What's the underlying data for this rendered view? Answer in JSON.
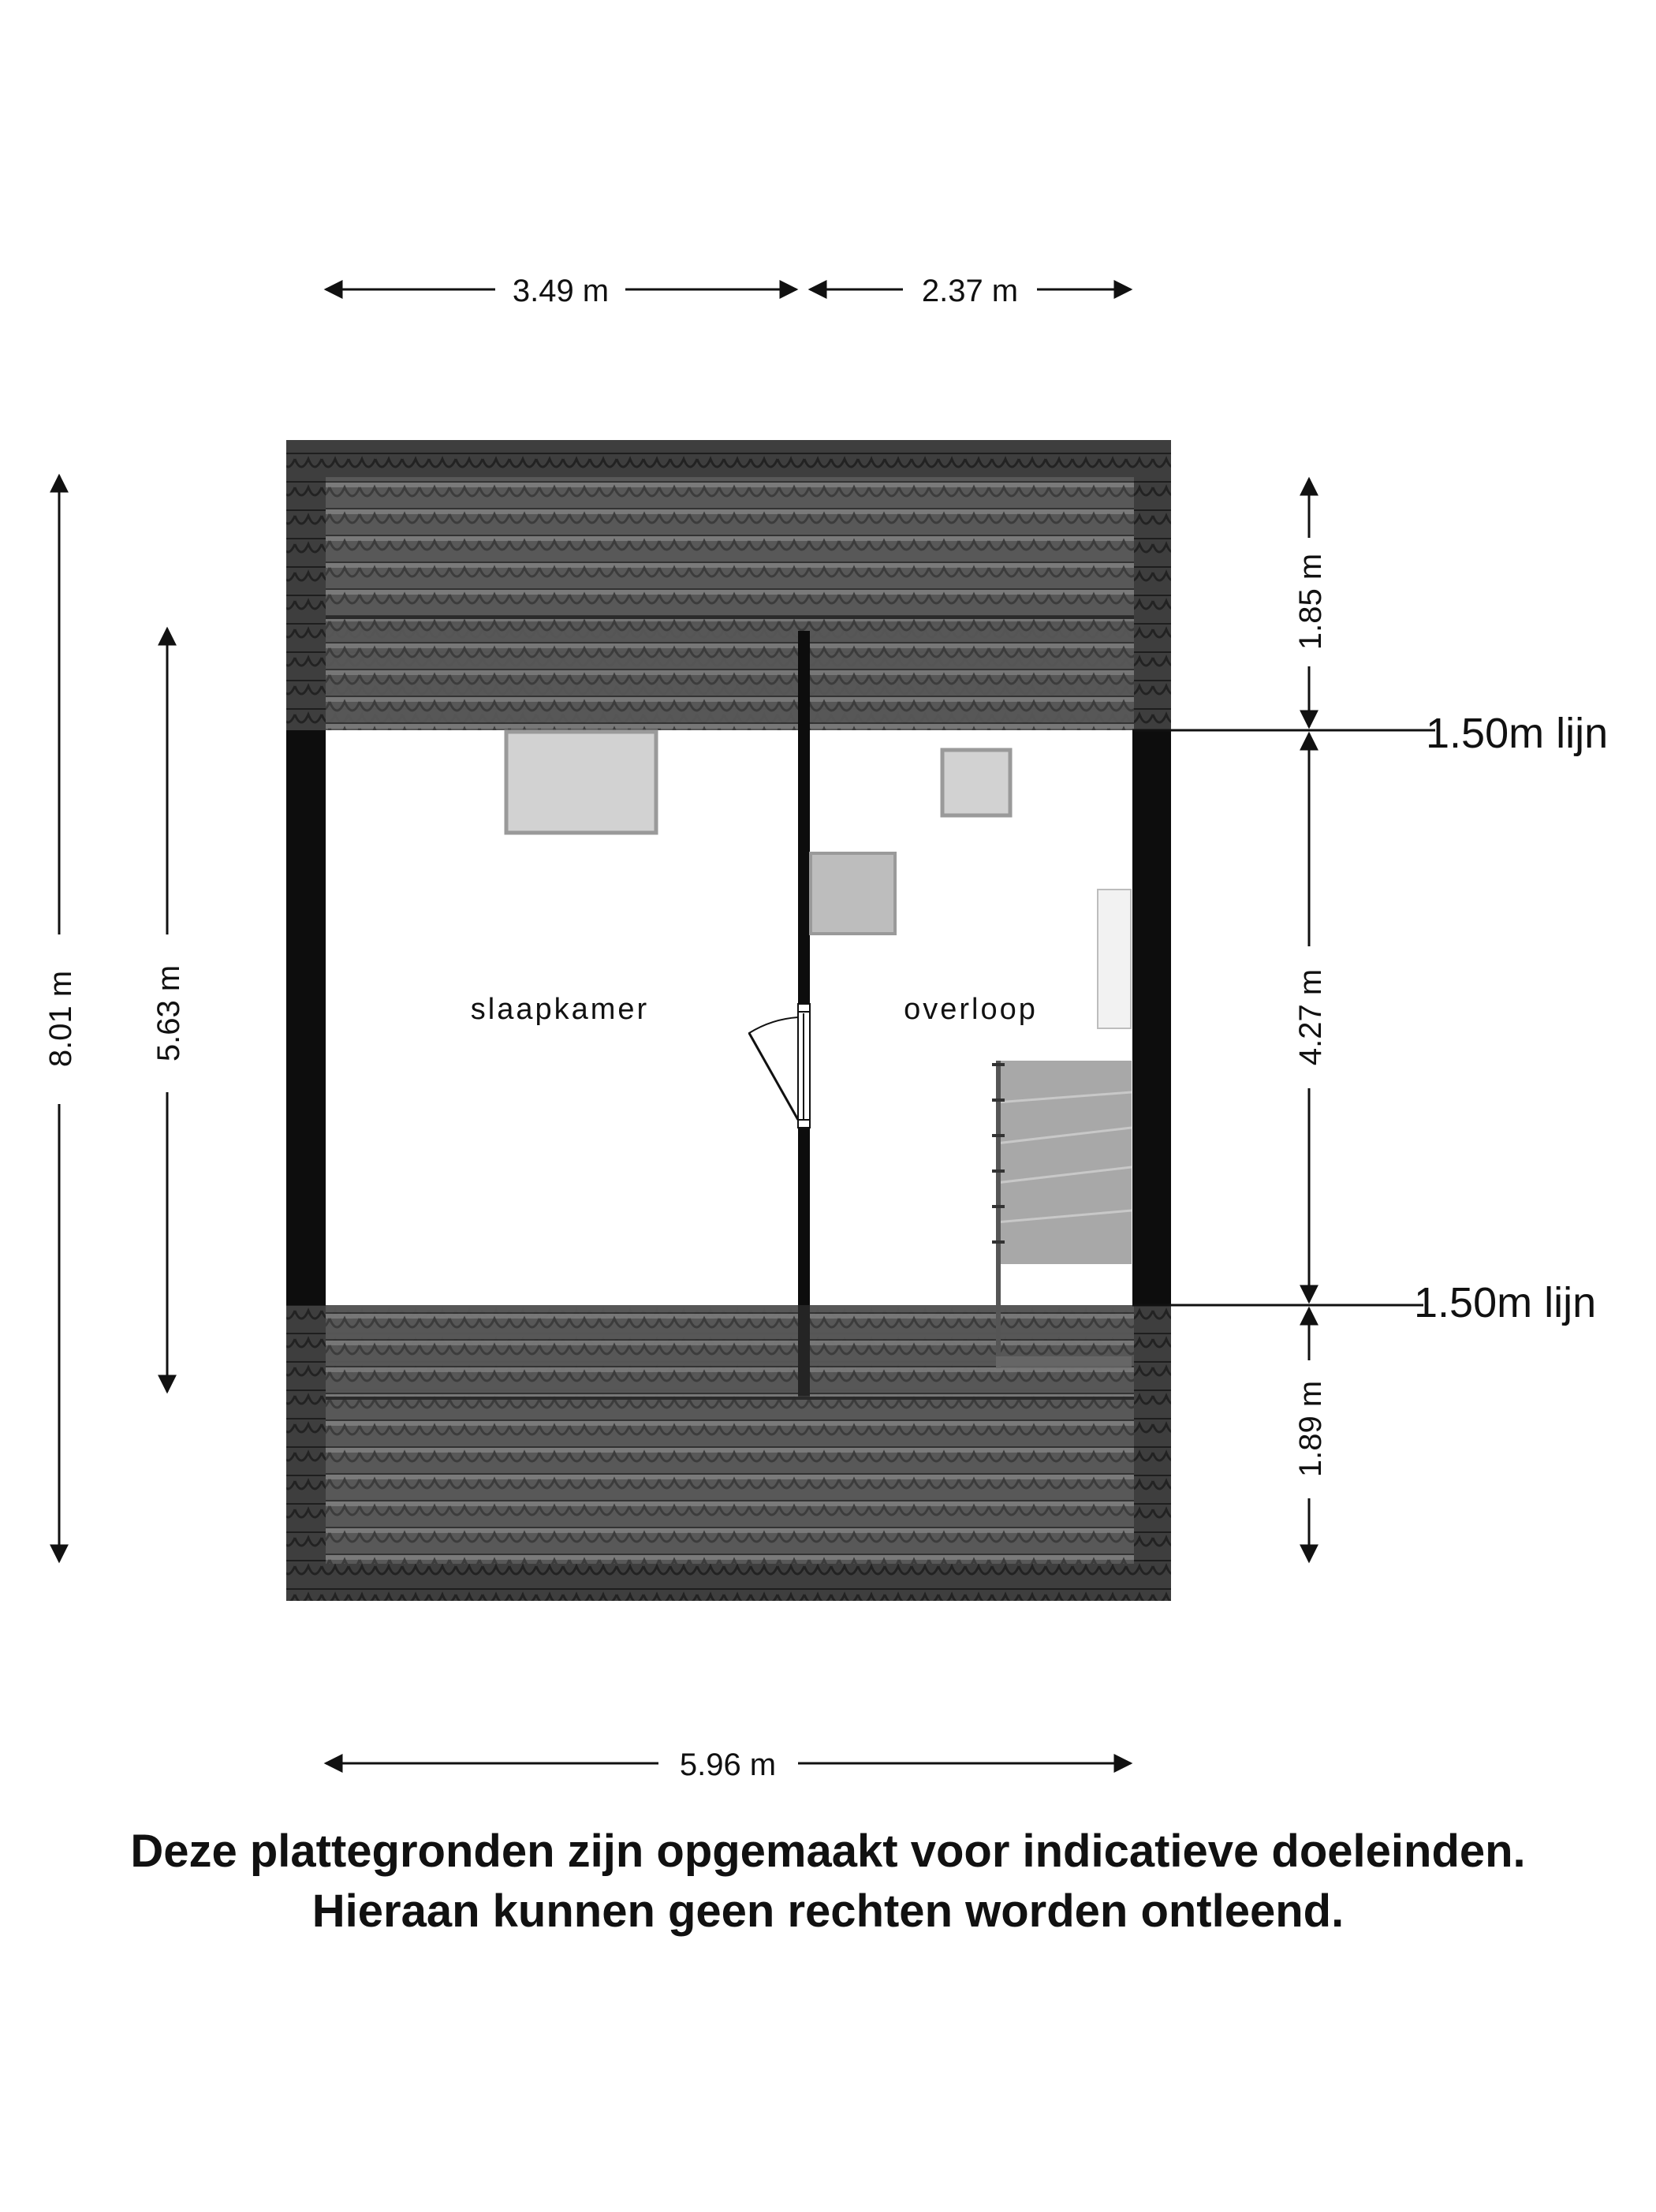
{
  "plan": {
    "rooms": [
      {
        "name": "slaapkamer"
      },
      {
        "name": "overloop"
      }
    ],
    "dimensions": {
      "top_left": "3.49 m",
      "top_right": "2.37 m",
      "bottom": "5.96 m",
      "left_outer": "8.01 m",
      "left_inner": "5.63 m",
      "right_top": "1.85 m",
      "right_middle": "4.27 m",
      "right_bottom": "1.89 m"
    },
    "lines": {
      "upper": "1.50m lijn",
      "lower": "1.50m lijn"
    }
  },
  "disclaimer": {
    "line1": "Deze plattegronden zijn opgemaakt voor indicatieve doeleinden.",
    "line2": "Hieraan kunnen geen rechten worden ontleend."
  },
  "colors": {
    "roof_dark": "#3a3a3a",
    "roof_mid": "#5a5a5a",
    "wall": "#0d0d0d",
    "furniture": "#cfcfcf",
    "text": "#111111"
  }
}
